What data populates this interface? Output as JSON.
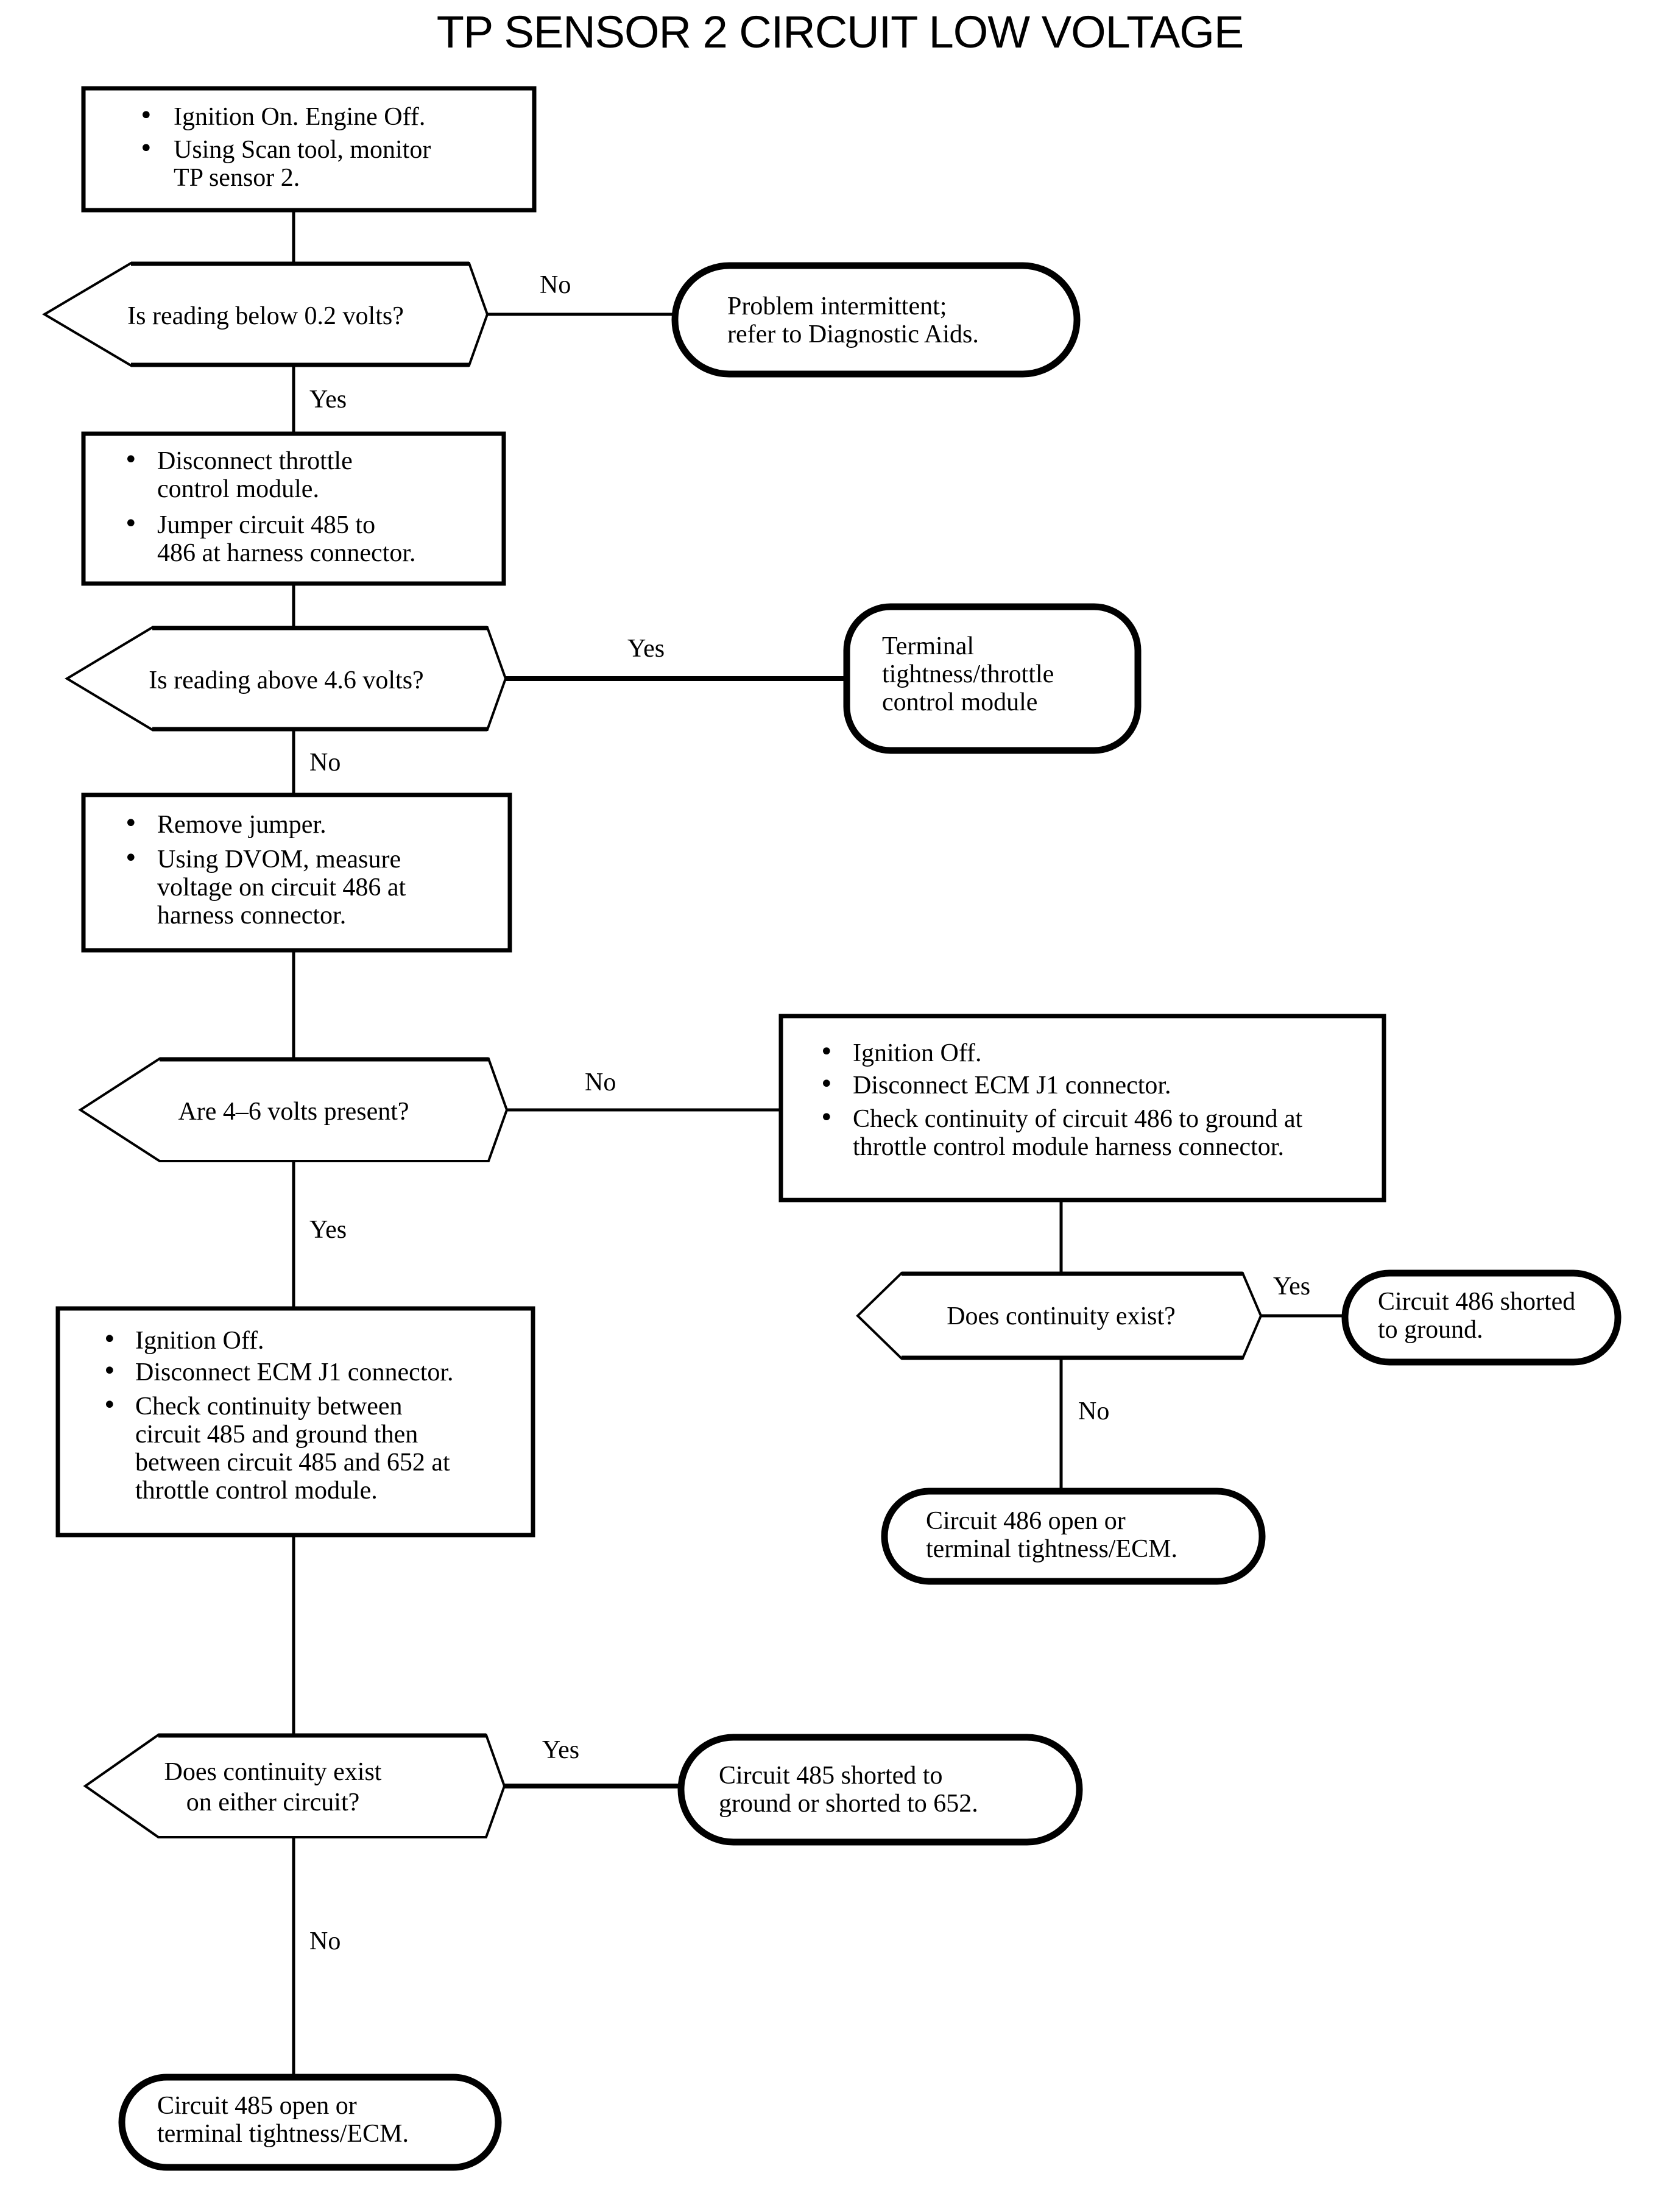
{
  "title": "TP SENSOR 2 CIRCUIT LOW VOLTAGE",
  "nodes": {
    "step1": {
      "type": "process",
      "bullets": [
        [
          "Ignition On. Engine Off."
        ],
        [
          "Using Scan tool, monitor",
          "TP sensor 2."
        ]
      ]
    },
    "decision1": {
      "type": "decision",
      "lines": [
        "Is reading below 0.2 volts?"
      ]
    },
    "terminal1": {
      "type": "terminal",
      "lines": [
        "Problem intermittent;",
        "refer to Diagnostic Aids."
      ]
    },
    "step2": {
      "type": "process",
      "bullets": [
        [
          "Disconnect throttle",
          "control module."
        ],
        [
          "Jumper circuit 485 to",
          "486 at harness connector."
        ]
      ]
    },
    "decision2": {
      "type": "decision",
      "lines": [
        "Is reading above 4.6 volts?"
      ]
    },
    "terminal2": {
      "type": "terminal",
      "lines": [
        "Terminal",
        "tightness/throttle",
        "control module"
      ]
    },
    "step3": {
      "type": "process",
      "bullets": [
        [
          "Remove jumper."
        ],
        [
          "Using DVOM, measure",
          "voltage on circuit 486 at",
          "harness connector."
        ]
      ]
    },
    "decision3": {
      "type": "decision",
      "lines": [
        "Are 4–6 volts present?"
      ]
    },
    "step4": {
      "type": "process",
      "bullets": [
        [
          "Ignition Off."
        ],
        [
          "Disconnect ECM J1 connector."
        ],
        [
          "Check continuity of circuit 486 to ground at",
          "throttle control module harness connector."
        ]
      ]
    },
    "decision4": {
      "type": "decision",
      "lines": [
        "Does continuity exist?"
      ]
    },
    "terminal3": {
      "type": "terminal",
      "lines": [
        "Circuit 486 shorted",
        "to ground."
      ]
    },
    "terminal4": {
      "type": "terminal",
      "lines": [
        "Circuit 486 open or",
        "terminal tightness/ECM."
      ]
    },
    "step5": {
      "type": "process",
      "bullets": [
        [
          "Ignition Off."
        ],
        [
          "Disconnect ECM J1 connector."
        ],
        [
          "Check continuity between",
          "circuit 485 and ground then",
          "between circuit 485 and 652 at",
          "throttle control module."
        ]
      ]
    },
    "decision5": {
      "type": "decision",
      "lines": [
        "Does continuity exist",
        "on either circuit?"
      ]
    },
    "terminal5": {
      "type": "terminal",
      "lines": [
        "Circuit 485 shorted to",
        "ground or shorted to 652."
      ]
    },
    "terminal6": {
      "type": "terminal",
      "lines": [
        "Circuit 485 open or",
        "terminal tightness/ECM."
      ]
    }
  },
  "edge_labels": {
    "d1_no": "No",
    "d1_yes": "Yes",
    "d2_yes": "Yes",
    "d2_no": "No",
    "d3_no": "No",
    "d3_yes": "Yes",
    "d4_yes": "Yes",
    "d4_no": "No",
    "d5_yes": "Yes",
    "d5_no": "No"
  },
  "colors": {
    "stroke": "#000000",
    "background": "#ffffff",
    "text": "#000000"
  }
}
